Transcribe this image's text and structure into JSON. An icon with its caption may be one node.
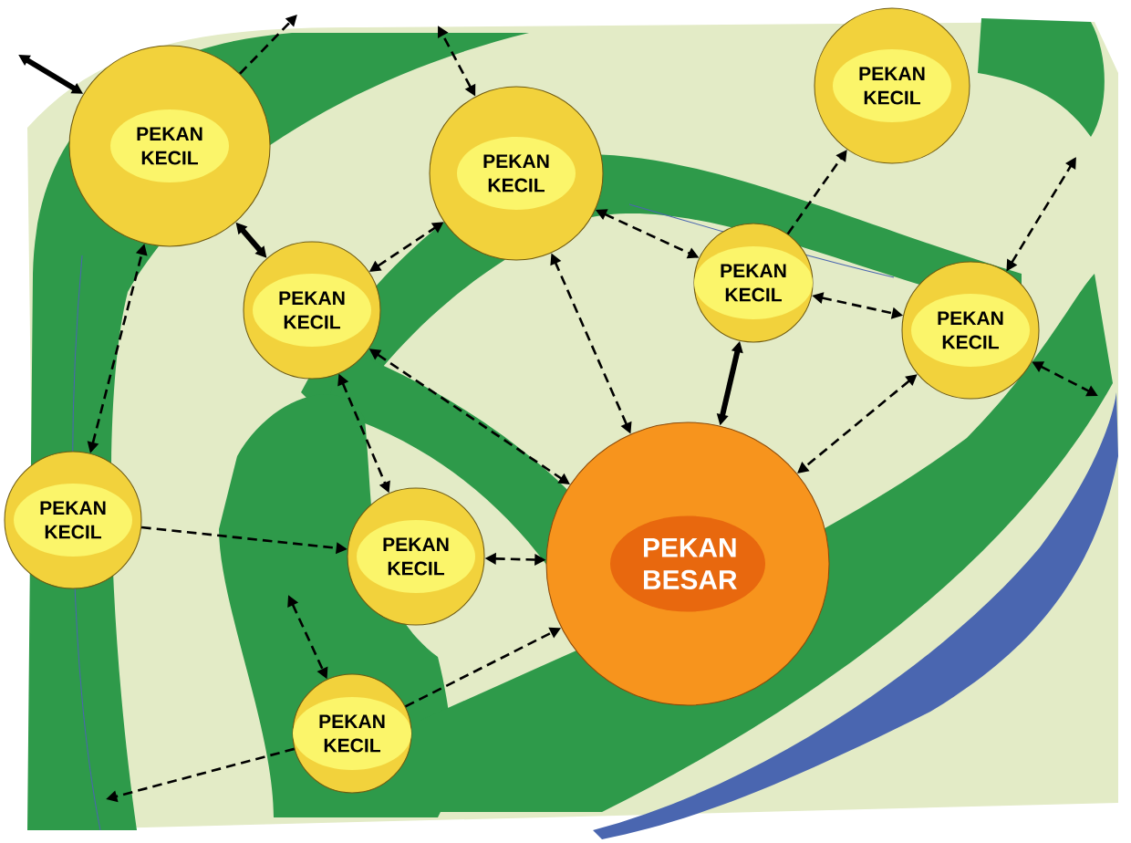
{
  "diagram": {
    "nodes": [
      {
        "text": [
          "PEKAN KECIL"
        ]
      },
      {
        "text": [
          "PEKAN KECIL"
        ]
      },
      {
        "text": [
          "PEKAN KECIL"
        ]
      },
      {
        "text": [
          "PEKAN KECIL"
        ]
      },
      {
        "text": [
          "PEKAN KECIL"
        ]
      },
      {
        "text": [
          "PEKAN KECIL"
        ]
      },
      {
        "text": [
          "PEKAN KECIL"
        ]
      },
      {
        "text": [
          "PEKAN KECIL"
        ]
      },
      {
        "text": [
          "PEKAN KECIL"
        ]
      },
      {
        "text": [
          "PEKAN BESAR"
        ]
      }
    ],
    "edges": [
      {
        "from": null,
        "to": 0,
        "arrow": "both",
        "style": "thick"
      },
      {
        "from": 0,
        "to": 1,
        "arrow": "both",
        "style": "thick"
      },
      {
        "from": 0,
        "to": null,
        "arrow": "to",
        "style": "dashed"
      },
      {
        "from": 6,
        "to": 0,
        "arrow": "both",
        "style": "dashed"
      },
      {
        "from": 1,
        "to": 2,
        "arrow": "both",
        "style": "dashed"
      },
      {
        "from": 1,
        "to": 7,
        "arrow": "both",
        "style": "dashed"
      },
      {
        "from": 2,
        "to": null,
        "arrow": "both",
        "style": "dashed"
      },
      {
        "from": 2,
        "to": 4,
        "arrow": "both",
        "style": "dashed"
      },
      {
        "from": 9,
        "to": 2,
        "arrow": "both",
        "style": "dashed"
      },
      {
        "from": 4,
        "to": 9,
        "arrow": "both",
        "style": "thick"
      },
      {
        "from": 4,
        "to": 3,
        "arrow": "to",
        "style": "dashed"
      },
      {
        "from": 4,
        "to": 5,
        "arrow": "both",
        "style": "dashed"
      },
      {
        "from": 5,
        "to": null,
        "arrow": "both",
        "style": "dashed"
      },
      {
        "from": 5,
        "to": null,
        "arrow": "both",
        "style": "dashed"
      },
      {
        "from": 5,
        "to": 9,
        "arrow": "both",
        "style": "dashed"
      },
      {
        "from": 1,
        "to": 9,
        "arrow": "both",
        "style": "dashed"
      },
      {
        "from": 6,
        "to": 7,
        "arrow": "to",
        "style": "dashed"
      },
      {
        "from": 7,
        "to": 9,
        "arrow": "both",
        "style": "dashed"
      },
      {
        "from": 8,
        "to": 9,
        "arrow": "to",
        "style": "dashed"
      },
      {
        "from": 8,
        "to": null,
        "arrow": "to",
        "style": "dashed"
      },
      {
        "from": null,
        "to": 8,
        "arrow": "both",
        "style": "dashed"
      }
    ]
  }
}
